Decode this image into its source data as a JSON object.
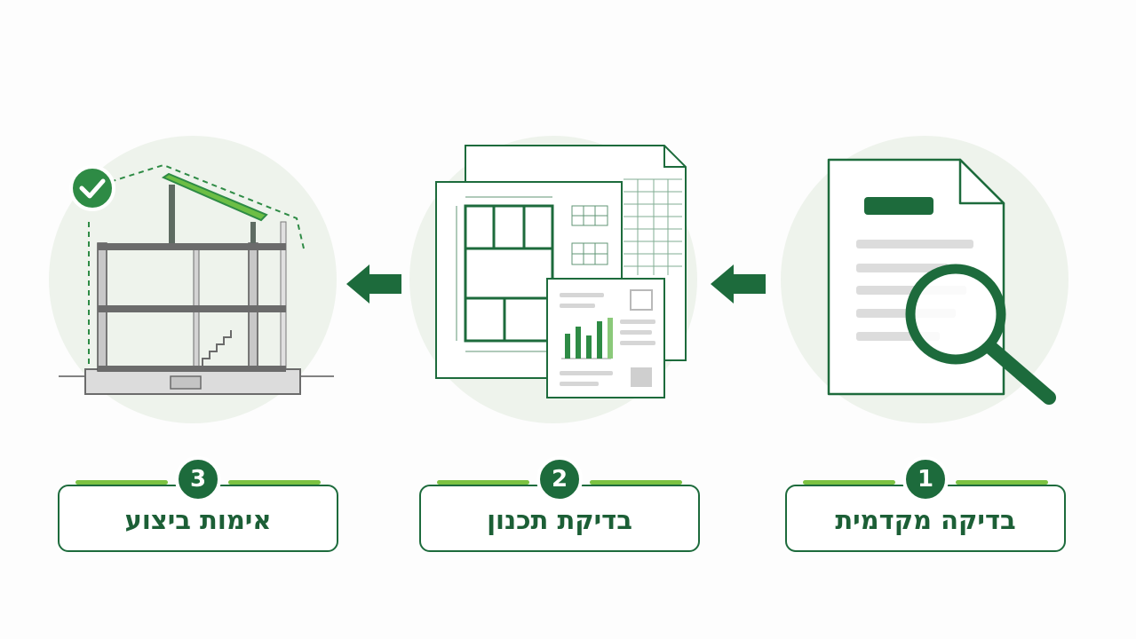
{
  "colors": {
    "primary_green": "#1d6b3c",
    "accent_green": "#7cc242",
    "bar_green": "#2e8b45",
    "light_bar_green": "#8bc97a"
  },
  "icons": {
    "step_1": "document-magnifier-icon",
    "step_2": "blueprint-report-icon",
    "step_3": "house-section-check-icon",
    "connector": "arrow-left-icon"
  },
  "steps": [
    {
      "number": "1",
      "label": "בדיקה מקדמית"
    },
    {
      "number": "2",
      "label": "בדיקת תכנון"
    },
    {
      "number": "3",
      "label": "אימות ביצוע"
    }
  ]
}
